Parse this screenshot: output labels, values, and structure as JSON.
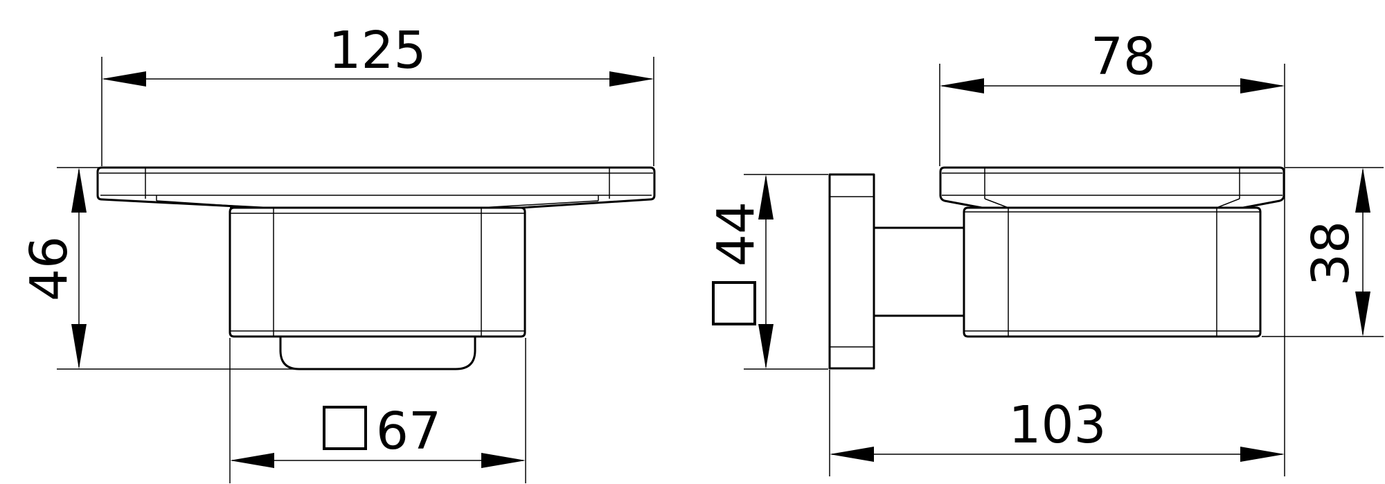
{
  "front_view": {
    "width_dim": "125",
    "height_dim": "46",
    "base_dim": "67"
  },
  "side_view": {
    "top_dim": "78",
    "right_dim": "38",
    "bottom_dim": "103",
    "left_dim": "44"
  },
  "symbols": {
    "square": "square-section-symbol"
  }
}
